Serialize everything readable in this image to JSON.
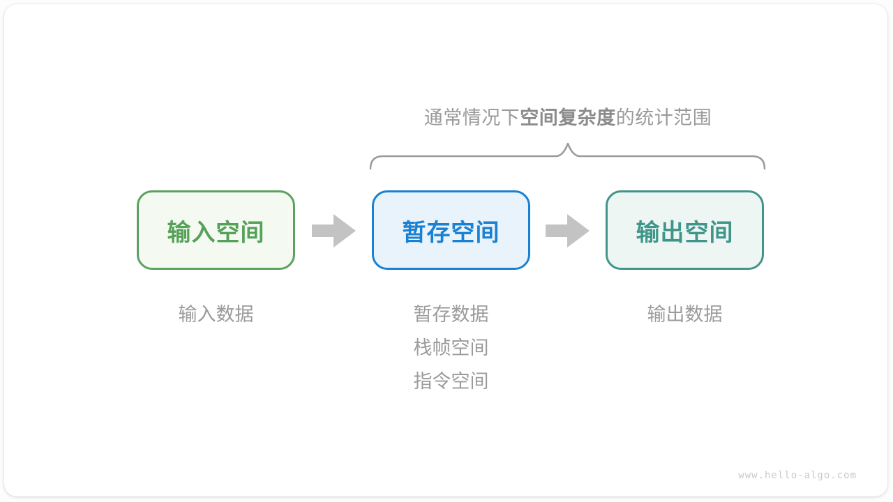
{
  "title": {
    "prefix": "通常情况下",
    "bold": "空间复杂度",
    "suffix": "的统计范围"
  },
  "brace": {
    "color": "#9a9a9a"
  },
  "colors": {
    "arrow": "#c3c3c4"
  },
  "boxes": [
    {
      "id": "input-space",
      "label": "输入空间",
      "border_color": "#5ba15f",
      "fill_color": "#f4f9f2",
      "text_color": "#55a158"
    },
    {
      "id": "temp-space",
      "label": "暂存空间",
      "border_color": "#1a81d2",
      "fill_color": "#e9f3fc",
      "text_color": "#1a81d2"
    },
    {
      "id": "output-space",
      "label": "输出空间",
      "border_color": "#3f958a",
      "fill_color": "#eef6f4",
      "text_color": "#3f958a"
    }
  ],
  "notes": {
    "input": [
      "输入数据"
    ],
    "temp": [
      "暂存数据",
      "栈帧空间",
      "指令空间"
    ],
    "output": [
      "输出数据"
    ]
  },
  "watermark": "www.hello-algo.com"
}
